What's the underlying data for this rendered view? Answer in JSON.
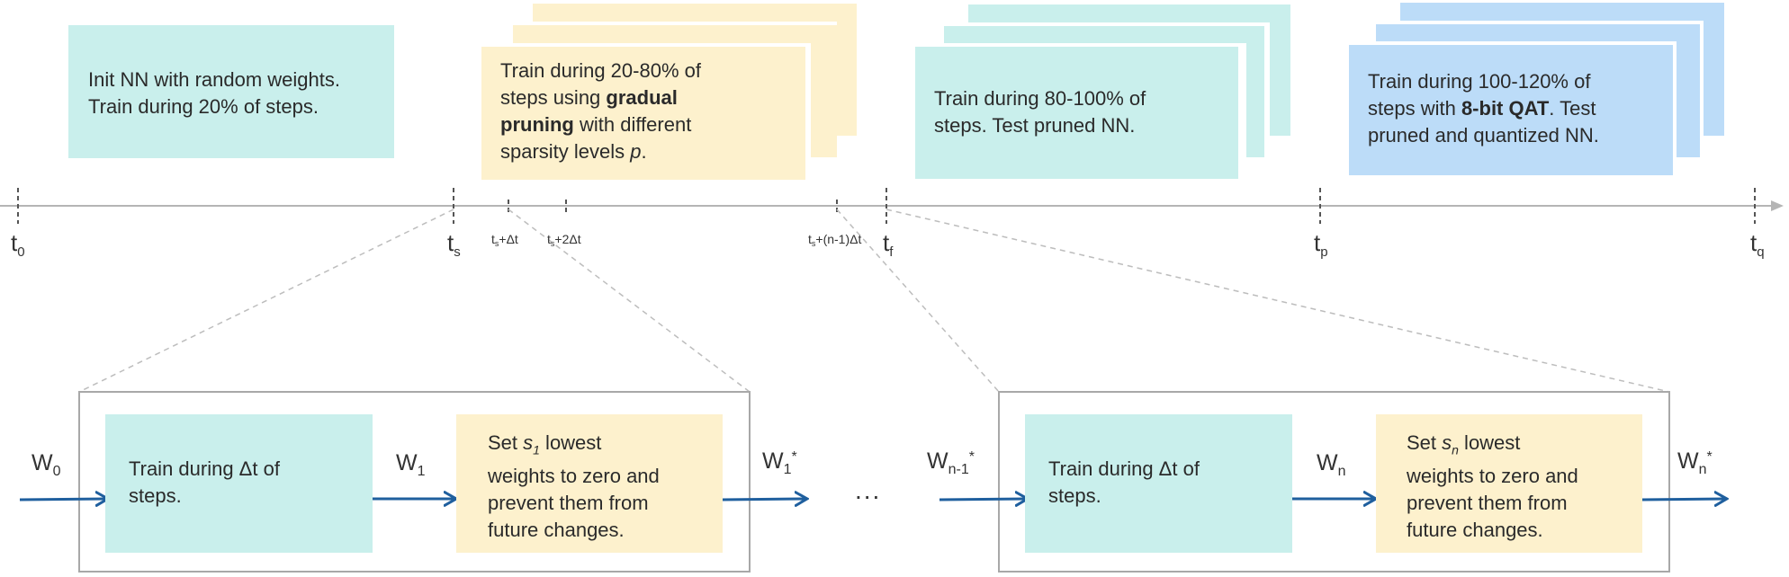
{
  "stages": {
    "init": {
      "lines": [
        "Init NN with random weights.",
        "Train during 20% of steps."
      ]
    },
    "pruning": {
      "line1": "Train during 20-80% of",
      "line2": "steps using ",
      "line2_bold": "gradual",
      "line3_bold": "pruning",
      "line3": " with different",
      "line4": "sparsity levels ",
      "line4_italic": "p",
      "line4_end": "."
    },
    "finetune": {
      "lines": [
        "Train during 80-100% of",
        "steps. Test pruned NN."
      ]
    },
    "qat": {
      "line1": "Train during 100-120% of",
      "line2": "steps with ",
      "line2_bold": "8-bit QAT",
      "line2_end": ". Test",
      "line3": "pruned and quantized NN."
    }
  },
  "timeline": {
    "t0": {
      "base": "t",
      "sub": "0"
    },
    "ts": {
      "base": "t",
      "sub": "s"
    },
    "ts_dt": {
      "base": "t",
      "sub": "s",
      "rest": "+Δt"
    },
    "ts_2dt": {
      "base": "t",
      "sub": "s",
      "rest": "+2Δt"
    },
    "ts_n1dt": {
      "base": "t",
      "sub": "s",
      "rest": "+(n-1)Δt"
    },
    "tf": {
      "base": "t",
      "sub": "f"
    },
    "tp": {
      "base": "t",
      "sub": "p"
    },
    "tq": {
      "base": "t",
      "sub": "q"
    }
  },
  "detail_left": {
    "w_in": {
      "base": "W",
      "sub": "0"
    },
    "train": [
      "Train during Δt of",
      "steps."
    ],
    "w_mid": {
      "base": "W",
      "sub": "1"
    },
    "prune": {
      "pre": "Set ",
      "s_base": "s",
      "s_sub": "1",
      "post": " lowest",
      "rest": [
        "weights to zero and",
        "prevent them from",
        "future changes."
      ]
    },
    "w_out": {
      "base": "W",
      "sub": "1",
      "sup": "*"
    }
  },
  "ellipsis": "...",
  "detail_right": {
    "w_in": {
      "base": "W",
      "sub": "n-1",
      "sup": "*"
    },
    "train": [
      "Train during Δt of",
      "steps."
    ],
    "w_mid": {
      "base": "W",
      "sub": "n"
    },
    "prune": {
      "pre": "Set ",
      "s_base": "s",
      "s_sub": "n",
      "post": " lowest",
      "rest": [
        "weights to zero and",
        "prevent them from",
        "future changes."
      ]
    },
    "w_out": {
      "base": "W",
      "sub": "n",
      "sup": "*"
    }
  },
  "colors": {
    "teal": "#c9efec",
    "yellow": "#fdf1cd",
    "blue": "#bcdcf8",
    "arrow": "#1f5f9e",
    "axis": "#b5b5b5"
  }
}
